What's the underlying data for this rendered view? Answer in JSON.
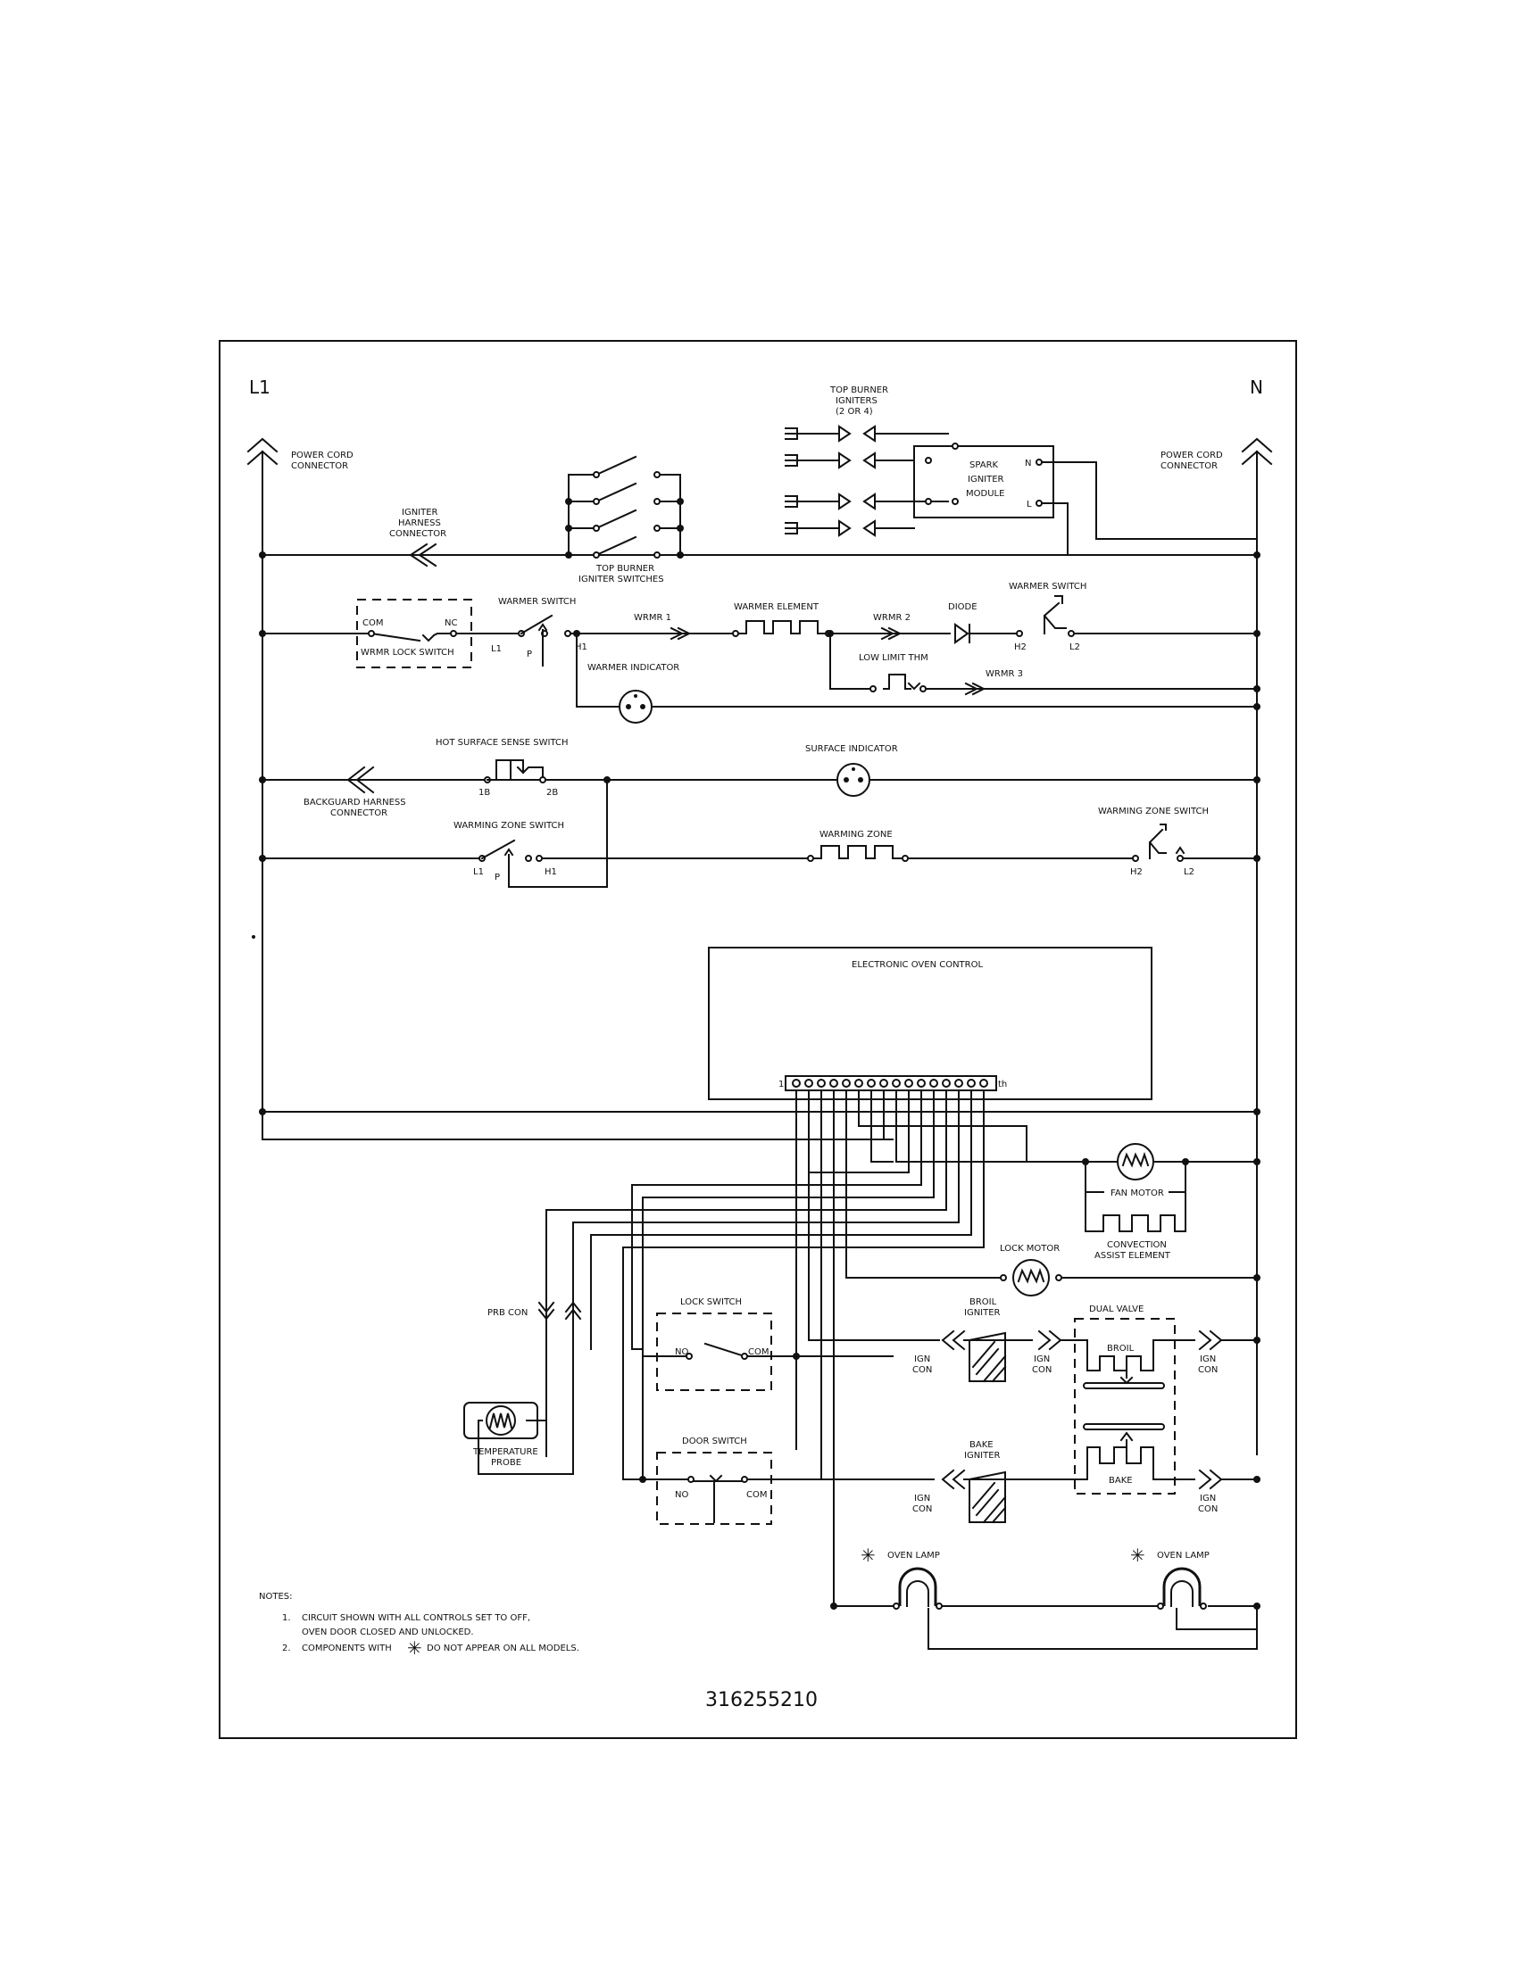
{
  "rails": {
    "left": "L1",
    "right": "N"
  },
  "labels": {
    "power_cord_left": [
      "POWER CORD",
      "CONNECTOR"
    ],
    "power_cord_right": [
      "POWER CORD",
      "CONNECTOR"
    ],
    "top_burner_igniters": [
      "TOP BURNER",
      "IGNITERS",
      "(2 OR 4)"
    ],
    "spark_module": [
      "SPARK",
      "IGNITER",
      "MODULE"
    ],
    "spark_n": "N",
    "spark_l": "L",
    "igniter_harness": [
      "IGNITER",
      "HARNESS",
      "CONNECTOR"
    ],
    "top_burner_switches": [
      "TOP BURNER",
      "IGNITER SWITCHES"
    ],
    "com": "COM",
    "nc": "NC",
    "wrmr_lock_switch": "WRMR LOCK SWITCH",
    "warmer_switch_left": "WARMER SWITCH",
    "l1": "L1",
    "p": "P",
    "h1": "H1",
    "wrmr1": "WRMR 1",
    "warmer_element": "WARMER ELEMENT",
    "wrmr2": "WRMR 2",
    "diode": "DIODE",
    "warmer_switch_right": "WARMER SWITCH",
    "h2": "H2",
    "l2": "L2",
    "low_limit": "LOW LIMIT THM",
    "wrmr3": "WRMR 3",
    "warmer_indicator": "WARMER INDICATOR",
    "hot_surface": "HOT SURFACE SENSE SWITCH",
    "t1b": "1B",
    "t2b": "2B",
    "surface_indicator": "SURFACE INDICATOR",
    "backguard": [
      "BACKGUARD HARNESS",
      "CONNECTOR"
    ],
    "warming_zone_switch": "WARMING ZONE SWITCH",
    "warming_zone": "WARMING ZONE",
    "warming_zone_switch_right": "WARMING ZONE SWITCH",
    "eoc": "ELECTRONIC OVEN CONTROL",
    "pin_first": "1",
    "pin_last": "th",
    "fan_motor": "FAN MOTOR",
    "convection": [
      "CONVECTION",
      "ASSIST ELEMENT"
    ],
    "lock_motor": "LOCK MOTOR",
    "prb_con": "PRB CON",
    "lock_switch": "LOCK SWITCH",
    "no": "NO",
    "broil_igniter": [
      "BROIL",
      "IGNITER"
    ],
    "ign_con": [
      "IGN",
      "CON"
    ],
    "dual_valve": "DUAL VALVE",
    "broil": "BROIL",
    "bake": "BAKE",
    "bake_igniter": [
      "BAKE",
      "IGNITER"
    ],
    "temperature_probe": [
      "TEMPERATURE",
      "PROBE"
    ],
    "door_switch": "DOOR SWITCH",
    "asterisk": "✳",
    "oven_lamp": "OVEN LAMP"
  },
  "notes": {
    "heading": "NOTES:",
    "n1_num": "1.",
    "n1_a": "CIRCUIT SHOWN WITH ALL CONTROLS SET TO OFF,",
    "n1_b": "OVEN DOOR CLOSED AND UNLOCKED.",
    "n2_num": "2.",
    "n2_a": "COMPONENTS WITH",
    "n2_b": "DO NOT APPEAR ON ALL MODELS."
  },
  "part_number": "316255210"
}
